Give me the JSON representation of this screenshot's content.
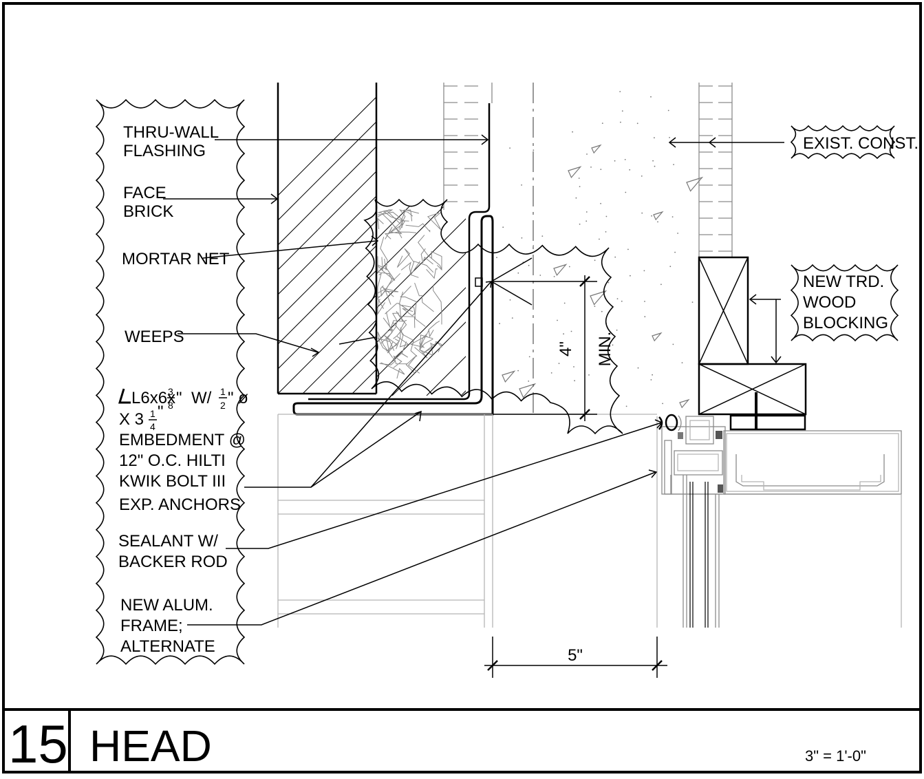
{
  "detail": {
    "number": "15",
    "title": "HEAD",
    "scale": "3\" = 1'-0\""
  },
  "labels": {
    "thru_wall_flashing": [
      "THRU-WALL",
      "FLASHING"
    ],
    "face_brick": [
      "FACE",
      "BRICK"
    ],
    "mortar_net": [
      "MORTAR NET"
    ],
    "weeps": [
      "WEEPS"
    ],
    "angle": [
      "W/",
      "X 3",
      "EMBEDMENT @",
      "12\" O.C. HILTI",
      "KWIK BOLT III",
      "EXP. ANCHORS"
    ],
    "angle_prefix": "L6x6x",
    "angle_frac_a": [
      "3",
      "8"
    ],
    "angle_frac_b": [
      "1",
      "2"
    ],
    "angle_frac_c": [
      "1",
      "4"
    ],
    "diam": "\" ø",
    "sealant": [
      "SEALANT W/",
      "BACKER ROD"
    ],
    "alum_frame": [
      "NEW ALUM.",
      "FRAME;",
      "ALTERNATE"
    ],
    "exist_const": [
      "EXIST. CONST."
    ],
    "wood_blocking": [
      "NEW TRD.",
      "WOOD",
      "BLOCKING"
    ]
  },
  "dimensions": {
    "vertical_value": "4\"",
    "vertical_note": "MIN.",
    "horizontal_value": "5\""
  }
}
